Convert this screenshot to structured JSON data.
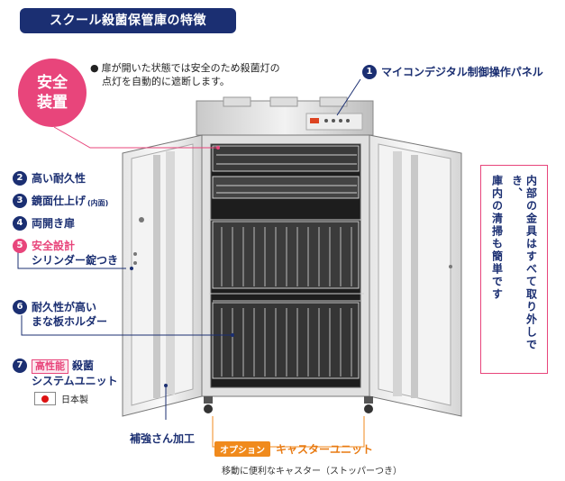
{
  "header": {
    "title": "スクール殺菌保管庫の特徴"
  },
  "safety": {
    "badge_line1": "安全",
    "badge_line2": "装置",
    "note_line1": "扉が開いた状態では安全のため殺菌灯の",
    "note_line2": "点灯を自動的に遮断します。"
  },
  "features": {
    "f1": {
      "num": "1",
      "label": "マイコンデジタル制御操作パネル"
    },
    "f2": {
      "num": "2",
      "label": "高い耐久性"
    },
    "f3": {
      "num": "3",
      "label": "鏡面仕上げ",
      "sub": "(内面)"
    },
    "f4": {
      "num": "4",
      "label": "両開き扉"
    },
    "f5": {
      "num": "5",
      "line1": "安全設計",
      "line2": "シリンダー錠つき"
    },
    "f6": {
      "num": "6",
      "line1": "耐久性が高い",
      "line2": "まな板ホルダー"
    },
    "f7": {
      "num": "7",
      "badge": "高性能",
      "line1": "殺菌",
      "line2": "システムユニット"
    }
  },
  "origin": {
    "label": "日本製"
  },
  "interior_note": {
    "line1": "内部の金具はすべて取り外しでき、",
    "line2": "庫内の清掃も簡単です"
  },
  "reinforcement": {
    "label": "補強さん加工"
  },
  "caster": {
    "option_label": "オプション",
    "title": "キャスターユニット",
    "subtitle": "移動に便利なキャスター（ストッパーつき）"
  },
  "colors": {
    "navy": "#1b2f72",
    "pink": "#e8457b",
    "orange": "#f08a1c"
  }
}
